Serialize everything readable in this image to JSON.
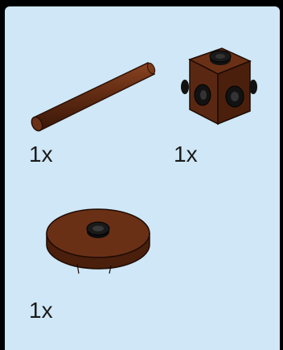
{
  "parts_list": {
    "background_color": "#cfe7f6",
    "part_color": "#5a2a12",
    "items": [
      {
        "part_name": "bar-icon",
        "quantity": "1x"
      },
      {
        "part_name": "brick-1x1-studs-icon",
        "quantity": "1x"
      },
      {
        "part_name": "round-plate-2x2-icon",
        "quantity": "1x"
      }
    ]
  }
}
